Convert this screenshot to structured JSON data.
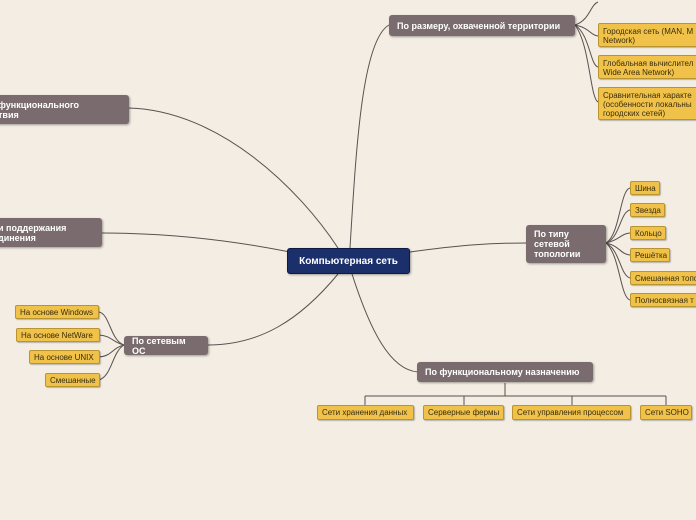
{
  "root": {
    "label": "Компьютерная сеть"
  },
  "branches": {
    "territory": {
      "label": "По размеру, охваченной территории",
      "items": [
        "Городская сеть (MAN, M Network)",
        "Глобальная вычислител Wide Area Network)",
        "Сравнительная характе (особенности локальны городских сетей)"
      ]
    },
    "functional": {
      "label": "функционального твия"
    },
    "support": {
      "label": "и поддержания динения"
    },
    "topology": {
      "label": "По типу сетевой топологии",
      "items": [
        "Шина",
        "Звезда",
        "Кольцо",
        "Решётка",
        "Смешанная топо",
        "Полносвязная т"
      ]
    },
    "os": {
      "label": "По сетевым ОС",
      "items": [
        "На основе Windows",
        "На основе NetWare",
        "На основе UNIX",
        "Смешанные"
      ]
    },
    "purpose": {
      "label": "По функциональному назначению",
      "items": [
        "Сети хранения данных",
        "Серверные фермы",
        "Сети управления процессом",
        "Сети SOHO"
      ]
    }
  },
  "colors": {
    "background": "#f3ede3",
    "root": "#1b2f6b",
    "branch": "#7a6c6e",
    "leaf": "#f0c24a",
    "line": "#5a5050"
  }
}
